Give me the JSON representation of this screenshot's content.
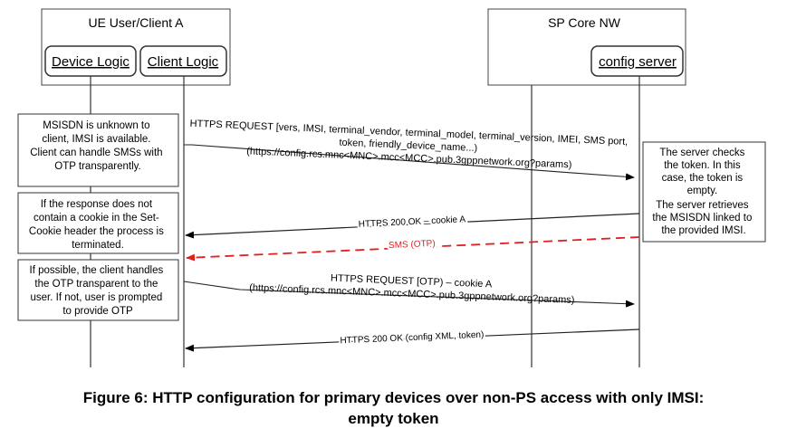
{
  "diagram": {
    "ue_group": "UE User/Client A",
    "sp_group": "SP Core NW",
    "device_logic": "Device Logic",
    "client_logic": "Client Logic",
    "config_server": "config server",
    "note_msisdn": [
      "MSISDN is unknown to",
      "client, IMSI is available.",
      "Client can handle SMSs with",
      "OTP transparently."
    ],
    "note_response": [
      "If the response does not",
      "contain a cookie in the Set-",
      "Cookie header the process is",
      "terminated."
    ],
    "note_otp": [
      "If possible, the client handles",
      "the OTP transparent to the",
      "user. If not, user is prompted",
      "to provide OTP"
    ],
    "note_server": [
      "The server checks",
      "the token. In this",
      "case, the token is",
      "empty.",
      "The server retrieves",
      "the MSISDN linked to",
      "the provided IMSI."
    ],
    "msg1": [
      "HTTPS REQUEST [vers, IMSI, terminal_vendor, terminal_model, terminal_version, IMEI, SMS port,",
      "token, friendly_device_name...)",
      "(https://config.rcs.mnc<MNC>.mcc<MCC>.pub.3gppnetwork.org?params)"
    ],
    "msg2": "HTTPS 200 OK – cookie A",
    "msg3": "SMS (OTP)",
    "msg4": [
      "HTTPS REQUEST [OTP) – cookie A",
      "(https://config.rcs.mnc<MNC>.mcc<MCC>.pub.3gppnetwork.org?params)"
    ],
    "msg5": "HTTPS 200 OK (config XML, token)",
    "sms_color": "#e0201e"
  },
  "caption": {
    "line1": "Figure 6: HTTP configuration for primary devices over non-PS access with only IMSI:",
    "line2": "empty token"
  }
}
